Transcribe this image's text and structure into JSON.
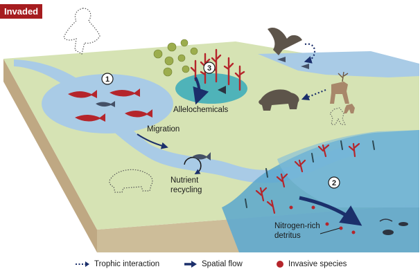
{
  "badge": {
    "label": "Invaded"
  },
  "labels": {
    "allelochemicals": "Allelochemicals",
    "migration": "Migration",
    "nutrient_recycling_1": "Nutrient",
    "nutrient_recycling_2": "recycling",
    "nitrogen_1": "Nitrogen-rich",
    "nitrogen_2": "detritus"
  },
  "markers": [
    "1",
    "2",
    "3"
  ],
  "legend": {
    "trophic": "Trophic interaction",
    "spatial": "Spatial flow",
    "invasive": "Invasive species"
  },
  "colors": {
    "invasive_red": "#b5252b",
    "water": "#a9cbe6",
    "water_dark": "#5aa7cc",
    "land": "#d6e3b4",
    "flow_arrow": "#1b2f6b"
  }
}
